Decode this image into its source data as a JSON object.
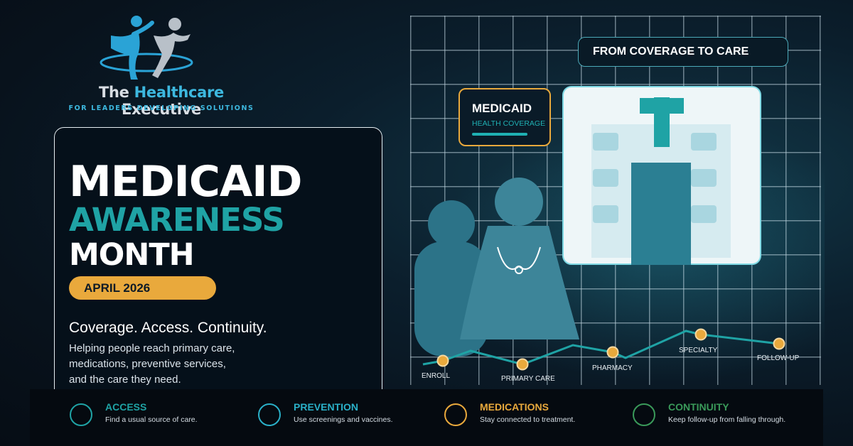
{
  "logo": {
    "title_part1": "The ",
    "title_highlight": "Healthcare",
    "title_part2": " Executive",
    "subtitle": "FOR LEADERS DEVELOPING SOLUTIONS"
  },
  "headline": {
    "line1": "MEDICAID",
    "line2": "AWARENESS",
    "line3": "MONTH",
    "date": "APRIL 2026"
  },
  "tagline": "Coverage. Access. Continuity.",
  "description_lines": [
    "Helping people reach primary care,",
    "medications, preventive services,",
    "and the care they need."
  ],
  "banner": "FROM COVERAGE TO CARE",
  "card": {
    "title": "MEDICAID",
    "subtitle": "HEALTH COVERAGE"
  },
  "journey": {
    "labels": [
      "ENROLL",
      "PRIMARY CARE",
      "PHARMACY",
      "SPECIALTY",
      "FOLLOW-UP"
    ]
  },
  "footer": [
    {
      "title": "ACCESS",
      "desc": "Find a usual source of care.",
      "color": "#1fa3a5",
      "icon": "access-circle-icon"
    },
    {
      "title": "PREVENTION",
      "desc": "Use screenings and vaccines.",
      "color": "#2ab0c8",
      "icon": "prevention-circle-icon"
    },
    {
      "title": "MEDICATIONS",
      "desc": "Stay connected to treatment.",
      "color": "#e9a93c",
      "icon": "medications-circle-icon"
    },
    {
      "title": "CONTINUITY",
      "desc": "Keep follow-up from falling through.",
      "color": "#3a9a5a",
      "icon": "continuity-circle-icon"
    }
  ],
  "colors": {
    "teal": "#1fa3a5",
    "gold": "#e9a93c",
    "background": "#08121c"
  }
}
